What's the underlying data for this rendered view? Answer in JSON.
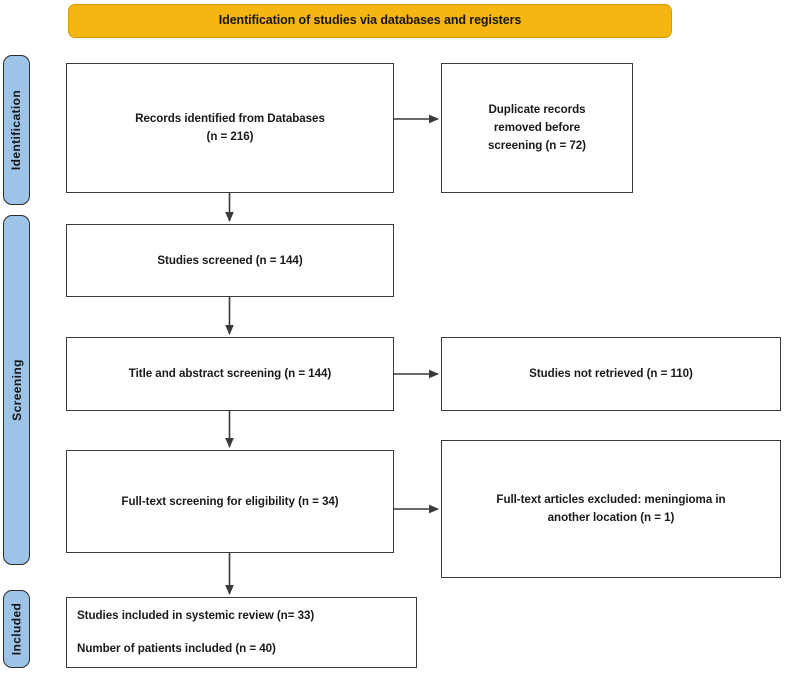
{
  "banner": {
    "title": "Identification of studies via databases and registers",
    "color": "#F5B612"
  },
  "stages": [
    {
      "id": "identification",
      "label": "Identification",
      "color": "#9DC3E6"
    },
    {
      "id": "screening",
      "label": "Screening",
      "color": "#9DC3E6"
    },
    {
      "id": "included",
      "label": "Included",
      "color": "#9DC3E6"
    }
  ],
  "boxes": {
    "records_identified": {
      "line1": "Records identified from Databases",
      "line2": "(n = 216)"
    },
    "duplicates_removed": {
      "line1": "Duplicate records",
      "line2": "removed before",
      "line3": "screening (n = 72)"
    },
    "studies_screened": {
      "line1": "Studies screened (n = 144)"
    },
    "title_abstract_screening": {
      "line1": "Title and abstract screening (n = 144)"
    },
    "studies_not_retrieved": {
      "line1": "Studies not retrieved (n = 110)"
    },
    "fulltext_screening": {
      "line1": "Full-text screening for eligibility (n = 34)"
    },
    "fulltext_excluded": {
      "line1": "Full-text articles excluded: meningioma in",
      "line2": "another location (n = 1)"
    },
    "studies_included": {
      "line1": "Studies included in systemic review (n= 33)",
      "line2": "Number of patients included (n = 40)"
    }
  },
  "chart_data": {
    "type": "diagram",
    "title": "Identification of studies via databases and registers",
    "diagram_kind": "PRISMA flow diagram",
    "stages": [
      "Identification",
      "Screening",
      "Included"
    ],
    "nodes": [
      {
        "id": "records_identified",
        "stage": "Identification",
        "label": "Records identified from Databases",
        "n": 216
      },
      {
        "id": "duplicates_removed",
        "stage": "Identification",
        "label": "Duplicate records removed before screening",
        "n": 72
      },
      {
        "id": "studies_screened",
        "stage": "Screening",
        "label": "Studies screened",
        "n": 144
      },
      {
        "id": "title_abstract_screening",
        "stage": "Screening",
        "label": "Title and abstract screening",
        "n": 144
      },
      {
        "id": "studies_not_retrieved",
        "stage": "Screening",
        "label": "Studies not retrieved",
        "n": 110
      },
      {
        "id": "fulltext_screening",
        "stage": "Screening",
        "label": "Full-text screening for eligibility",
        "n": 34
      },
      {
        "id": "fulltext_excluded",
        "stage": "Screening",
        "label": "Full-text articles excluded: meningioma in another location",
        "n": 1
      },
      {
        "id": "studies_included",
        "stage": "Included",
        "label": "Studies included in systemic review",
        "n": 33
      },
      {
        "id": "patients_included",
        "stage": "Included",
        "label": "Number of patients included",
        "n": 40
      }
    ],
    "edges": [
      {
        "from": "records_identified",
        "to": "duplicates_removed",
        "direction": "right"
      },
      {
        "from": "records_identified",
        "to": "studies_screened",
        "direction": "down"
      },
      {
        "from": "studies_screened",
        "to": "title_abstract_screening",
        "direction": "down"
      },
      {
        "from": "title_abstract_screening",
        "to": "studies_not_retrieved",
        "direction": "right"
      },
      {
        "from": "title_abstract_screening",
        "to": "fulltext_screening",
        "direction": "down"
      },
      {
        "from": "fulltext_screening",
        "to": "fulltext_excluded",
        "direction": "right"
      },
      {
        "from": "fulltext_screening",
        "to": "studies_included",
        "direction": "down"
      }
    ]
  }
}
